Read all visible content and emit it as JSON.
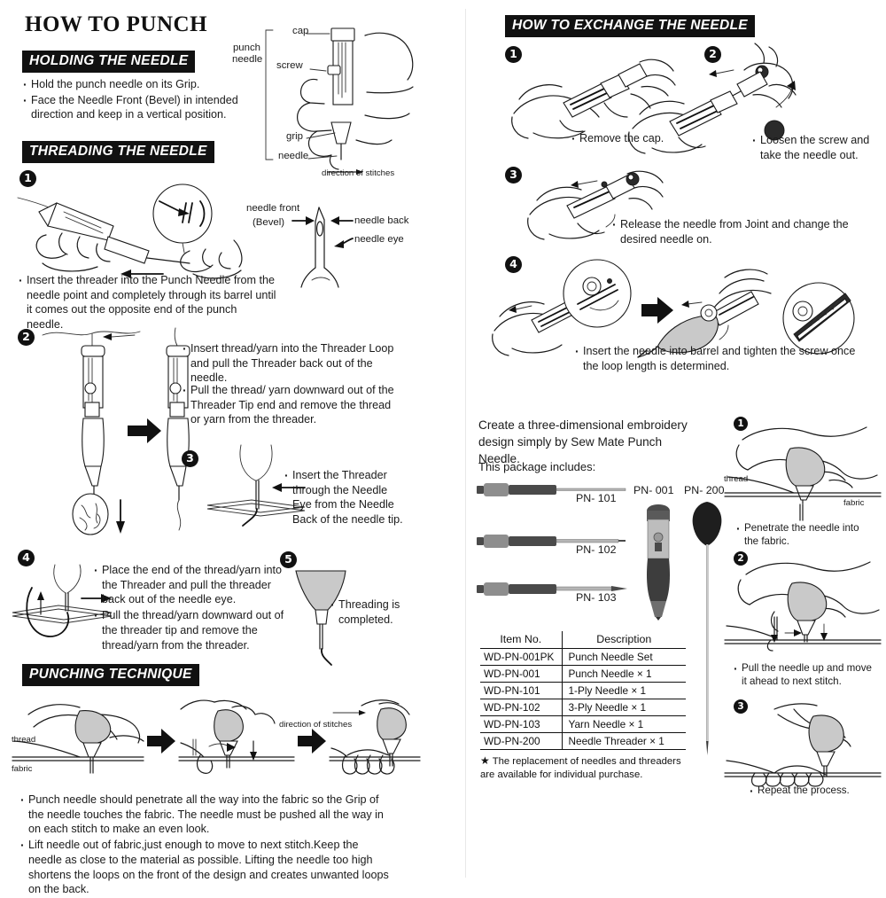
{
  "document": {
    "title": "HOW TO PUNCH"
  },
  "sections": {
    "holding": {
      "heading": "HOLDING THE NEEDLE",
      "bullets": [
        "Hold the punch needle on its Grip.",
        "Face the Needle Front (Bevel) in intended direction and keep in a vertical position."
      ]
    },
    "threading": {
      "heading": "THREADING THE NEEDLE",
      "steps": [
        {
          "num": "1",
          "text": "Insert the threader into the Punch Needle from the needle point and completely through its barrel until it comes out the opposite end of the punch needle."
        },
        {
          "num": "2",
          "text_a": "Insert thread/yarn into the Threader Loop and pull the Threader back out of the needle.",
          "text_b": "Pull the thread/ yarn downward out  of the Threader Tip end and remove  the thread or yarn from the threader."
        },
        {
          "num": "3",
          "text": "Insert the Threader through the Needle Eye from the Needle Back of the needle tip."
        },
        {
          "num": "4",
          "text_a": "Place the end of the thread/yarn into the Threader and pull the threader back out of the needle eye.",
          "text_b": "Pull the thread/yarn downward out of the threader tip and remove the thread/yarn from the threader."
        },
        {
          "num": "5",
          "text": "Threading is completed."
        }
      ]
    },
    "punching": {
      "heading": "PUNCHING TECHNIQUE",
      "diagram_labels": {
        "thread": "thread",
        "fabric": "fabric",
        "direction": "direction of stitches"
      },
      "bullets": [
        "Punch needle should penetrate all the way into the fabric so the Grip of the needle touches the fabric. The needle must be pushed all the way in on each stitch to make an even look.",
        "Lift needle out of fabric,just enough to move to next stitch.Keep the needle as close to the material as possible. Lifting the needle too high shortens the loops on the front of the design and creates unwanted loops on the back."
      ]
    },
    "exchange": {
      "heading": "HOW TO EXCHANGE THE NEEDLE",
      "steps": [
        {
          "num": "1",
          "text": "Remove the cap."
        },
        {
          "num": "2",
          "text": "Loosen the screw and take the needle out."
        },
        {
          "num": "3",
          "text": "Release the needle from Joint and change the desired needle on."
        },
        {
          "num": "4",
          "text": "Insert the needle into barrel and tighten the screw once the loop length is determined."
        }
      ]
    },
    "package": {
      "intro_line1": "Create a three-dimensional embroidery",
      "intro_line2": "design simply by Sew Mate Punch Needle.",
      "includes_label": "This package includes:",
      "item_labels": [
        "PN- 101",
        "PN- 102",
        "PN- 103",
        "PN- 001",
        "PN- 200"
      ],
      "table": {
        "headers": [
          "Item No.",
          "Description"
        ],
        "rows": [
          [
            "WD-PN-001PK",
            "Punch Needle Set"
          ],
          [
            "WD-PN-001",
            "Punch Needle × 1"
          ],
          [
            "WD-PN-101",
            "1-Ply Needle × 1"
          ],
          [
            "WD-PN-102",
            "3-Ply Needle × 1"
          ],
          [
            "WD-PN-103",
            "Yarn Needle × 1"
          ],
          [
            "WD-PN-200",
            "Needle Threader × 1"
          ]
        ]
      },
      "footnote_star": "★",
      "footnote": "The replacement of needles and threaders are available for individual purchase."
    },
    "stitching": {
      "steps": [
        {
          "num": "1",
          "text": "Penetrate the needle into the fabric."
        },
        {
          "num": "2",
          "text": "Pull the needle up and move it ahead to next stitch."
        },
        {
          "num": "3",
          "text": "Repeat the process."
        }
      ],
      "labels": {
        "thread": "thread",
        "fabric": "fabric"
      }
    }
  },
  "anatomy_diagram": {
    "group_label_line1": "punch",
    "group_label_line2": "needle",
    "callouts": [
      "cap",
      "screw",
      "grip",
      "needle"
    ],
    "direction_label": "direction of stitches"
  },
  "needle_tip_diagram": {
    "front_line1": "needle front",
    "front_line2": "(Bevel)",
    "back": "needle back",
    "eye": "needle eye"
  },
  "colors": {
    "ink": "#1a1a1a",
    "bar_bg": "#111111",
    "bar_text": "#ffffff",
    "grip_gray": "#c9c9c9"
  }
}
